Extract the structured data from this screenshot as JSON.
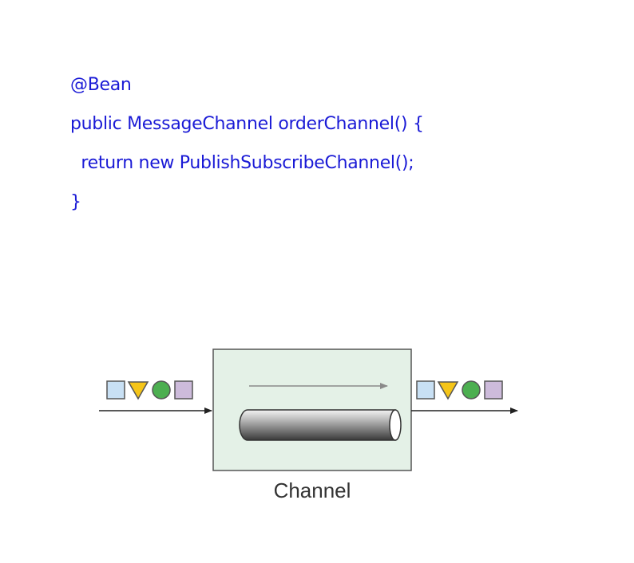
{
  "code": {
    "lines": [
      "@Bean",
      "public MessageChannel orderChannel() {",
      "  return new PublishSubscribeChannel();",
      "}"
    ]
  },
  "diagram": {
    "channel_label": "Channel",
    "colors": {
      "code_text": "#1a1ad6",
      "channel_fill": "#e4f1e7",
      "message_square": "#c8e0f4",
      "message_triangle": "#f5c518",
      "message_circle": "#4caf50",
      "message_square_2": "#cdbbdb"
    },
    "message_icons": [
      "square-icon",
      "triangle-icon",
      "circle-icon",
      "square-icon"
    ]
  }
}
